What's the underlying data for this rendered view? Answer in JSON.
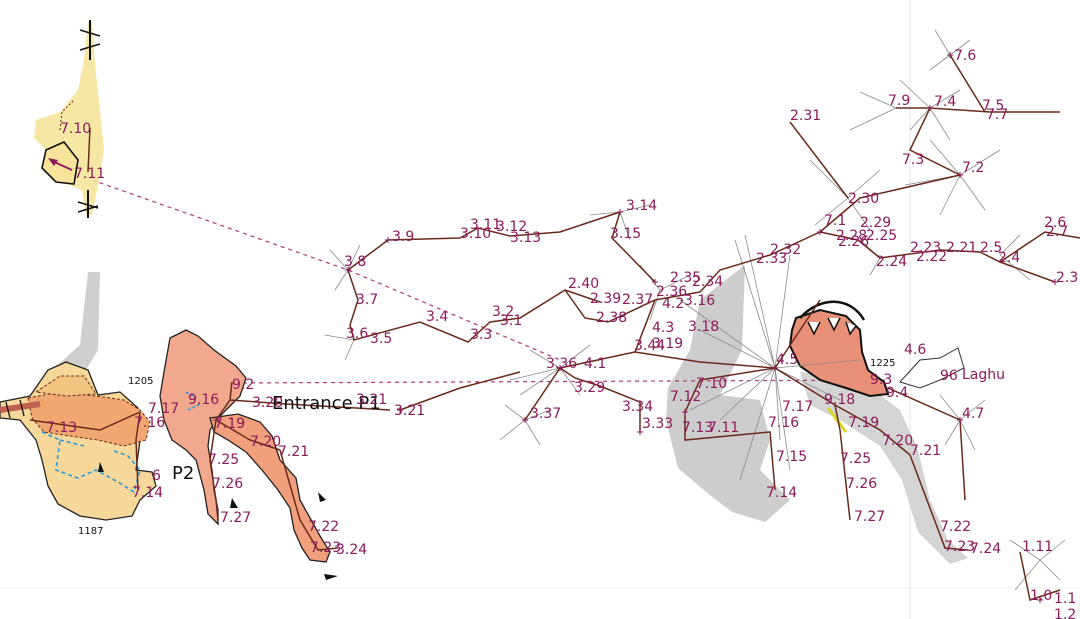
{
  "map": {
    "labels": {
      "entrance_p1": "Entrance P1",
      "p2": "P2",
      "laghu": "Laghu",
      "alt_1205": "1205",
      "alt_1187": "1187",
      "alt_1225": "1225"
    },
    "stations": {
      "s_7_10_a": "7.10",
      "s_7_11_a": "7.11",
      "s_7_17_a": "7.17",
      "s_7_16_a": "7.16",
      "s_7_13_a": "7.13",
      "s_7_14_a": "7.14",
      "s_6_a": "6",
      "s_9_2_a": "9.2",
      "s_9_16_a": "9.16",
      "s_7_19_a": "7.19",
      "s_3_20_a": "3.20",
      "s_3_21_a": "3.21",
      "s_7_20_a": "7.20",
      "s_7_21_a": "7.21",
      "s_7_25_a": "7.25",
      "s_7_26_a": "7.26",
      "s_7_27_a": "7.27",
      "s_7_22_a": "7.22",
      "s_7_23_a": "7.23",
      "s_3_24_a": "3.24",
      "s_3_8": "3.8",
      "s_3_9": "3.9",
      "s_3_11": "3.11",
      "s_3_10": "3.10",
      "s_3_12": "3.12",
      "s_3_13": "3.13",
      "s_3_14": "3.14",
      "s_3_15": "3.15",
      "s_3_7": "3.7",
      "s_3_6": "3.6",
      "s_3_5": "3.5",
      "s_3_4": "3.4",
      "s_3_3": "3.3",
      "s_3_2": "3.2",
      "s_3_1": "3.1",
      "s_2_40": "2.40",
      "s_2_39": "2.39",
      "s_2_37": "2.37",
      "s_2_38": "2.38",
      "s_2_35": "2.35",
      "s_2_34": "2.34",
      "s_2_36": "2.36",
      "s_4_2": "4.2",
      "s_2_33": "2.33",
      "s_3_16": "3.16",
      "s_4_3": "4.3",
      "s_3_18": "3.18",
      "s_3_19": "3.19",
      "s_3_44": "3.44",
      "s_3_36": "3.36",
      "s_4_1": "4.1",
      "s_3_29": "3.29",
      "s_3_34": "3.34",
      "s_3_37": "3.37",
      "s_3_33": "3.33",
      "s_3_21_b": "3.21",
      "s_7_12": "7.12",
      "s_7_10_b": "7.10",
      "s_7_13_b": "7.13",
      "s_7_11_b": "7.11",
      "s_4_5": "4.5",
      "s_7_16_b": "7.16",
      "s_7_17_b": "7.17",
      "s_7_15": "7.15",
      "s_7_14_b": "7.14",
      "s_9_18_b": "9.18",
      "s_7_19_b": "7.19",
      "s_7_25_b": "7.25",
      "s_7_26_b": "7.26",
      "s_7_27_b": "7.27",
      "s_7_20_b": "7.20",
      "s_7_21_b": "7.21",
      "s_7_22_b": "7.22",
      "s_7_23_b": "7.23",
      "s_7_24": "7.24",
      "s_9_3": "9.3",
      "s_9_4": "9.4",
      "s_96": "96",
      "s_4_6": "4.6",
      "s_4_7": "4.7",
      "s_1_11": "1.11",
      "s_1_0": "1.0",
      "s_1_1": "1.1",
      "s_1_2": "1.2",
      "s_2_31": "2.31",
      "s_2_30": "2.30",
      "s_2_32": "2.32",
      "s_7_1": "7.1",
      "s_2_29": "2.29",
      "s_2_25": "2.25",
      "s_2_28": "2.28",
      "s_2_26": "2.26",
      "s_2_24": "2.24",
      "s_2_23": "2.23",
      "s_2_22": "2.22",
      "s_2_21": "2.21",
      "s_2_5": "2.5",
      "s_2_4": "2.4",
      "s_2_6": "2.6",
      "s_2_7": "2.7",
      "s_2_3": "2.3",
      "s_7_6": "7.6",
      "s_7_9": "7.9",
      "s_7_4": "7.4",
      "s_7_5": "7.5",
      "s_7_7": "7.7",
      "s_7_3": "7.3",
      "s_7_2": "7.2"
    }
  },
  "colors": {
    "station_label": "#8e1a5c",
    "survey_leg": "#6a2a1a",
    "splay": "#8a8a8a",
    "passage_orange": "#f4b48c",
    "passage_salmon": "#e8806a",
    "passage_yellow": "#f6e49a",
    "shadow": "#c8c8c8",
    "water": "#2a9ad8"
  }
}
